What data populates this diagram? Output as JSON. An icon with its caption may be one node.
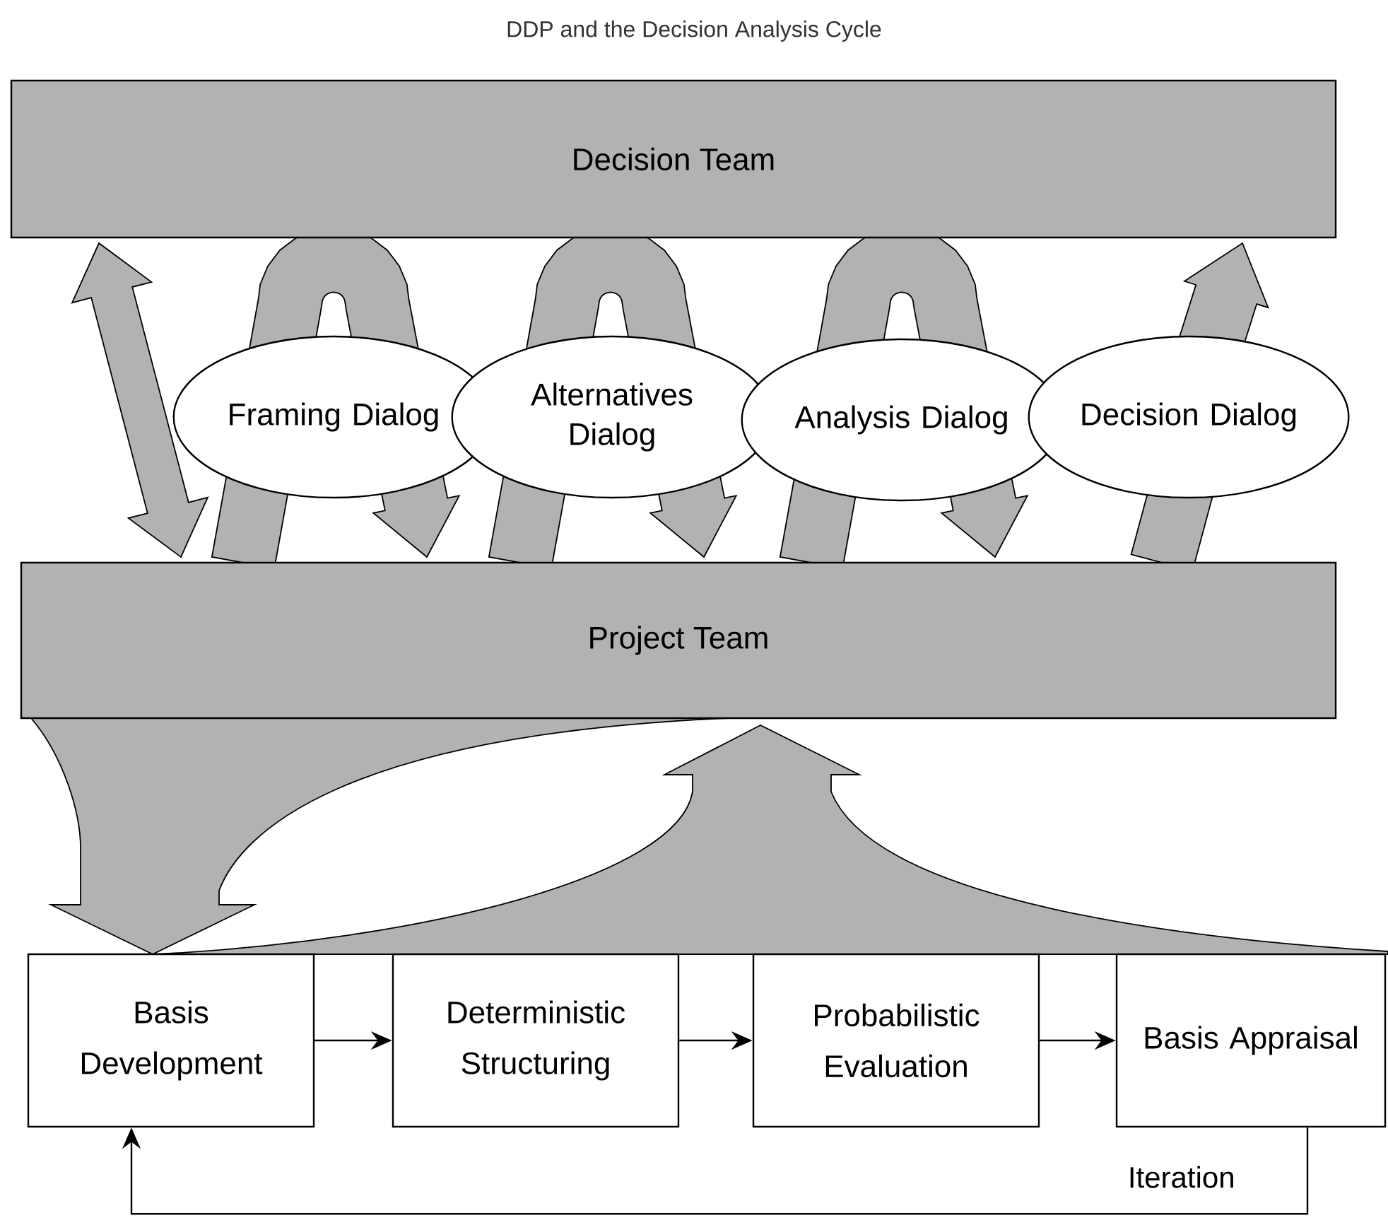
{
  "diagram": {
    "title": "DDP and the Decision Analysis Cycle",
    "nodes": [
      {
        "text": [
          "Decision Team"
        ]
      },
      {
        "text": [
          "Project Team"
        ]
      },
      {
        "text": [
          "Framing Dialog"
        ]
      },
      {
        "text": [
          "Alternatives Dialog"
        ]
      },
      {
        "text": [
          "Analysis Dialog"
        ]
      },
      {
        "text": [
          "Decision Dialog"
        ]
      },
      {
        "text": [
          "Basis Development"
        ]
      },
      {
        "text": [
          "Deterministic Structuring"
        ]
      },
      {
        "text": [
          "Probabilistic Evaluation"
        ]
      },
      {
        "text": [
          "Basis Appraisal"
        ]
      }
    ],
    "edges": [
      {
        "from": 0,
        "to": 1,
        "arrow": "both"
      },
      {
        "from": 1,
        "to": 2,
        "arrow": "none"
      },
      {
        "from": 2,
        "to": 1,
        "arrow": "to"
      },
      {
        "from": 1,
        "to": 3,
        "arrow": "none"
      },
      {
        "from": 3,
        "to": 1,
        "arrow": "to"
      },
      {
        "from": 1,
        "to": 4,
        "arrow": "none"
      },
      {
        "from": 4,
        "to": 1,
        "arrow": "to"
      },
      {
        "from": 1,
        "to": 5,
        "arrow": "none"
      },
      {
        "from": 5,
        "to": 0,
        "arrow": "to"
      },
      {
        "from": 1,
        "to": 6,
        "arrow": "to"
      },
      {
        "from": 9,
        "to": 1,
        "arrow": "to"
      },
      {
        "from": 6,
        "to": 7,
        "arrow": "to"
      },
      {
        "from": 7,
        "to": 8,
        "arrow": "to"
      },
      {
        "from": 8,
        "to": 9,
        "arrow": "to"
      },
      {
        "from": 9,
        "to": 6,
        "arrow": "to",
        "label": "Iteration"
      }
    ]
  }
}
